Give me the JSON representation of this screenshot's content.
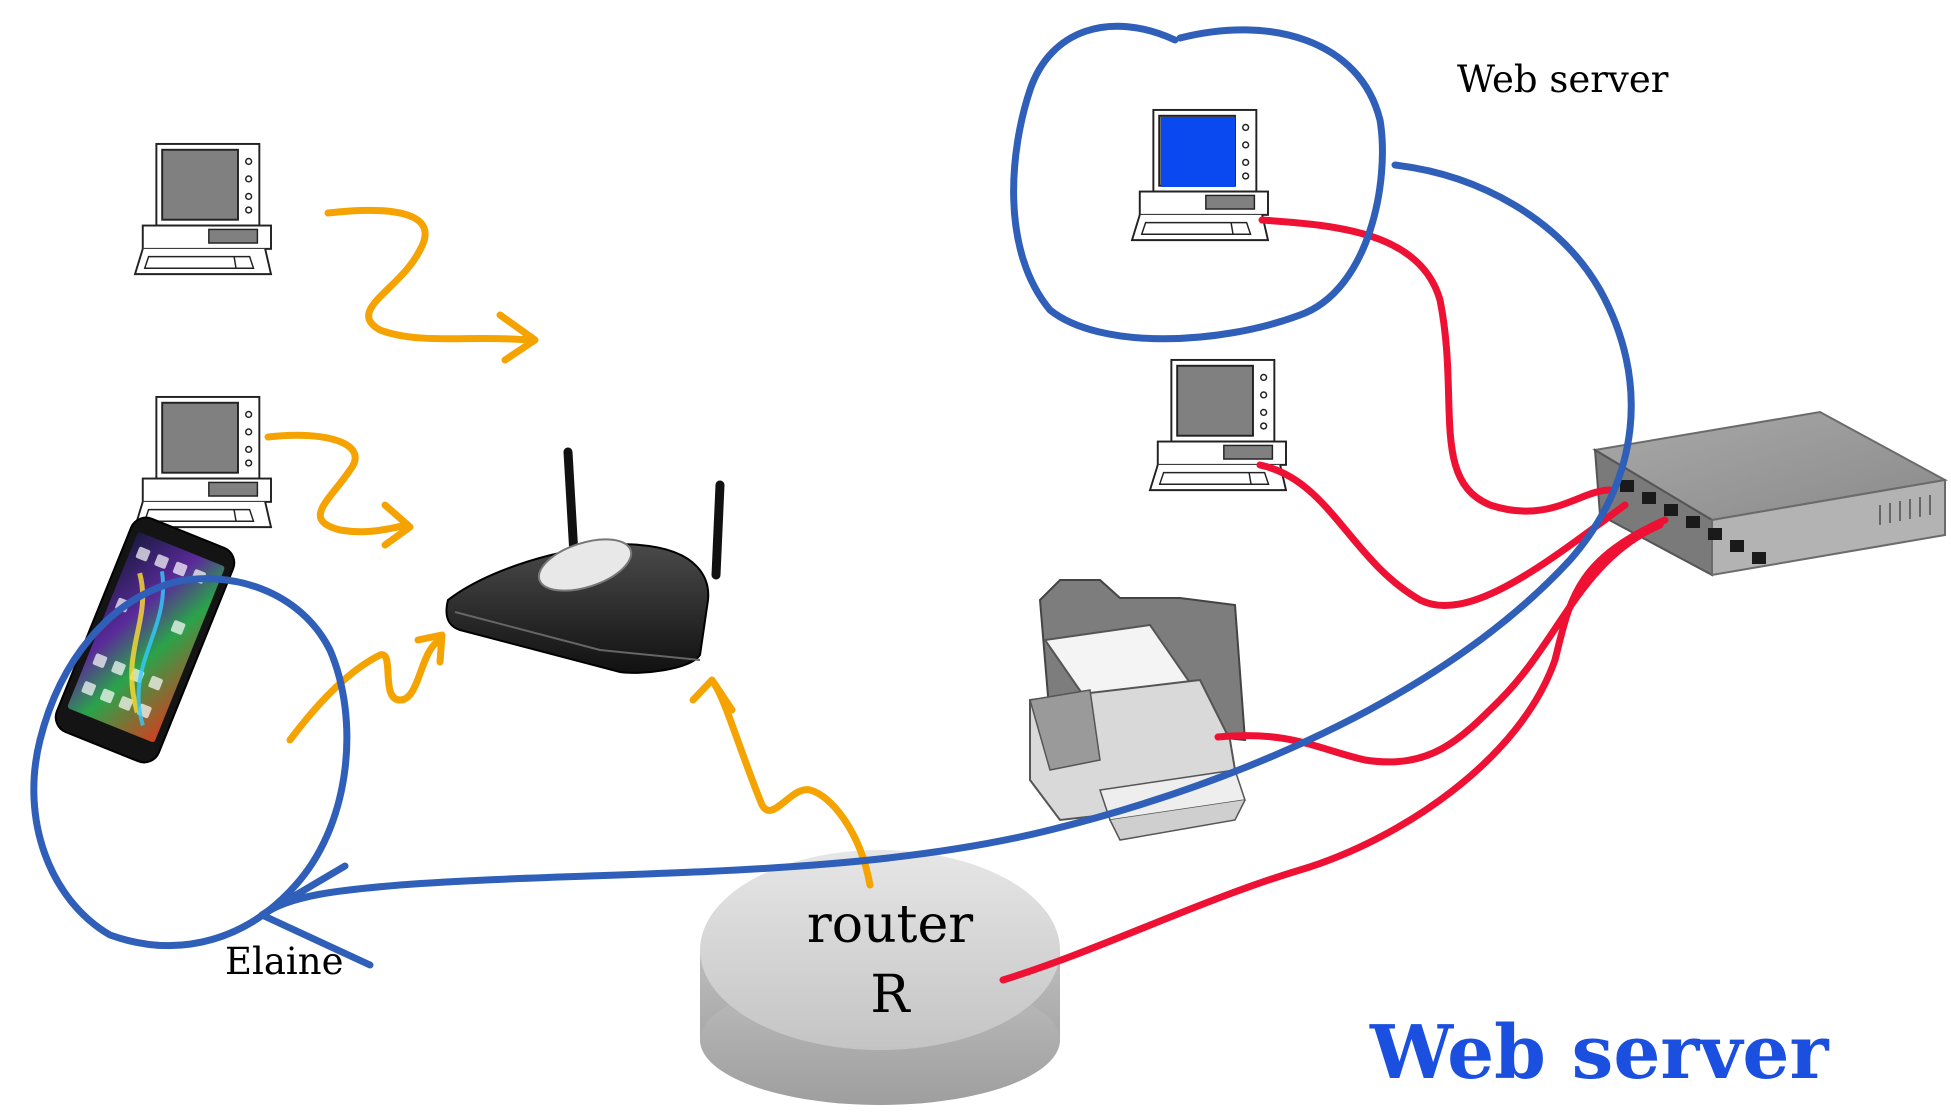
{
  "labels": {
    "web_server_small": "Web server",
    "elaine": "Elaine",
    "router_line1": "router",
    "router_line2": "R",
    "web_server_big": "Web server"
  },
  "colors": {
    "annotation_blue": "#2f5fb8",
    "wireless_orange": "#f5a300",
    "wired_red": "#ee1133",
    "big_label_blue": "#1a4fe0",
    "server_screen_blue": "#0a48f0"
  },
  "nodes": [
    {
      "name": "desktop-computer-1",
      "icon": "computer-icon"
    },
    {
      "name": "desktop-computer-2",
      "icon": "computer-icon"
    },
    {
      "name": "smartphone",
      "icon": "phone-icon",
      "owner": "Elaine"
    },
    {
      "name": "wireless-access-point",
      "icon": "wifi-router-icon"
    },
    {
      "name": "router",
      "icon": "router-icon",
      "label": "router R"
    },
    {
      "name": "web-server-computer",
      "icon": "computer-icon"
    },
    {
      "name": "desktop-computer-3",
      "icon": "computer-icon"
    },
    {
      "name": "printer",
      "icon": "printer-icon"
    },
    {
      "name": "ethernet-switch",
      "icon": "switch-icon"
    }
  ]
}
